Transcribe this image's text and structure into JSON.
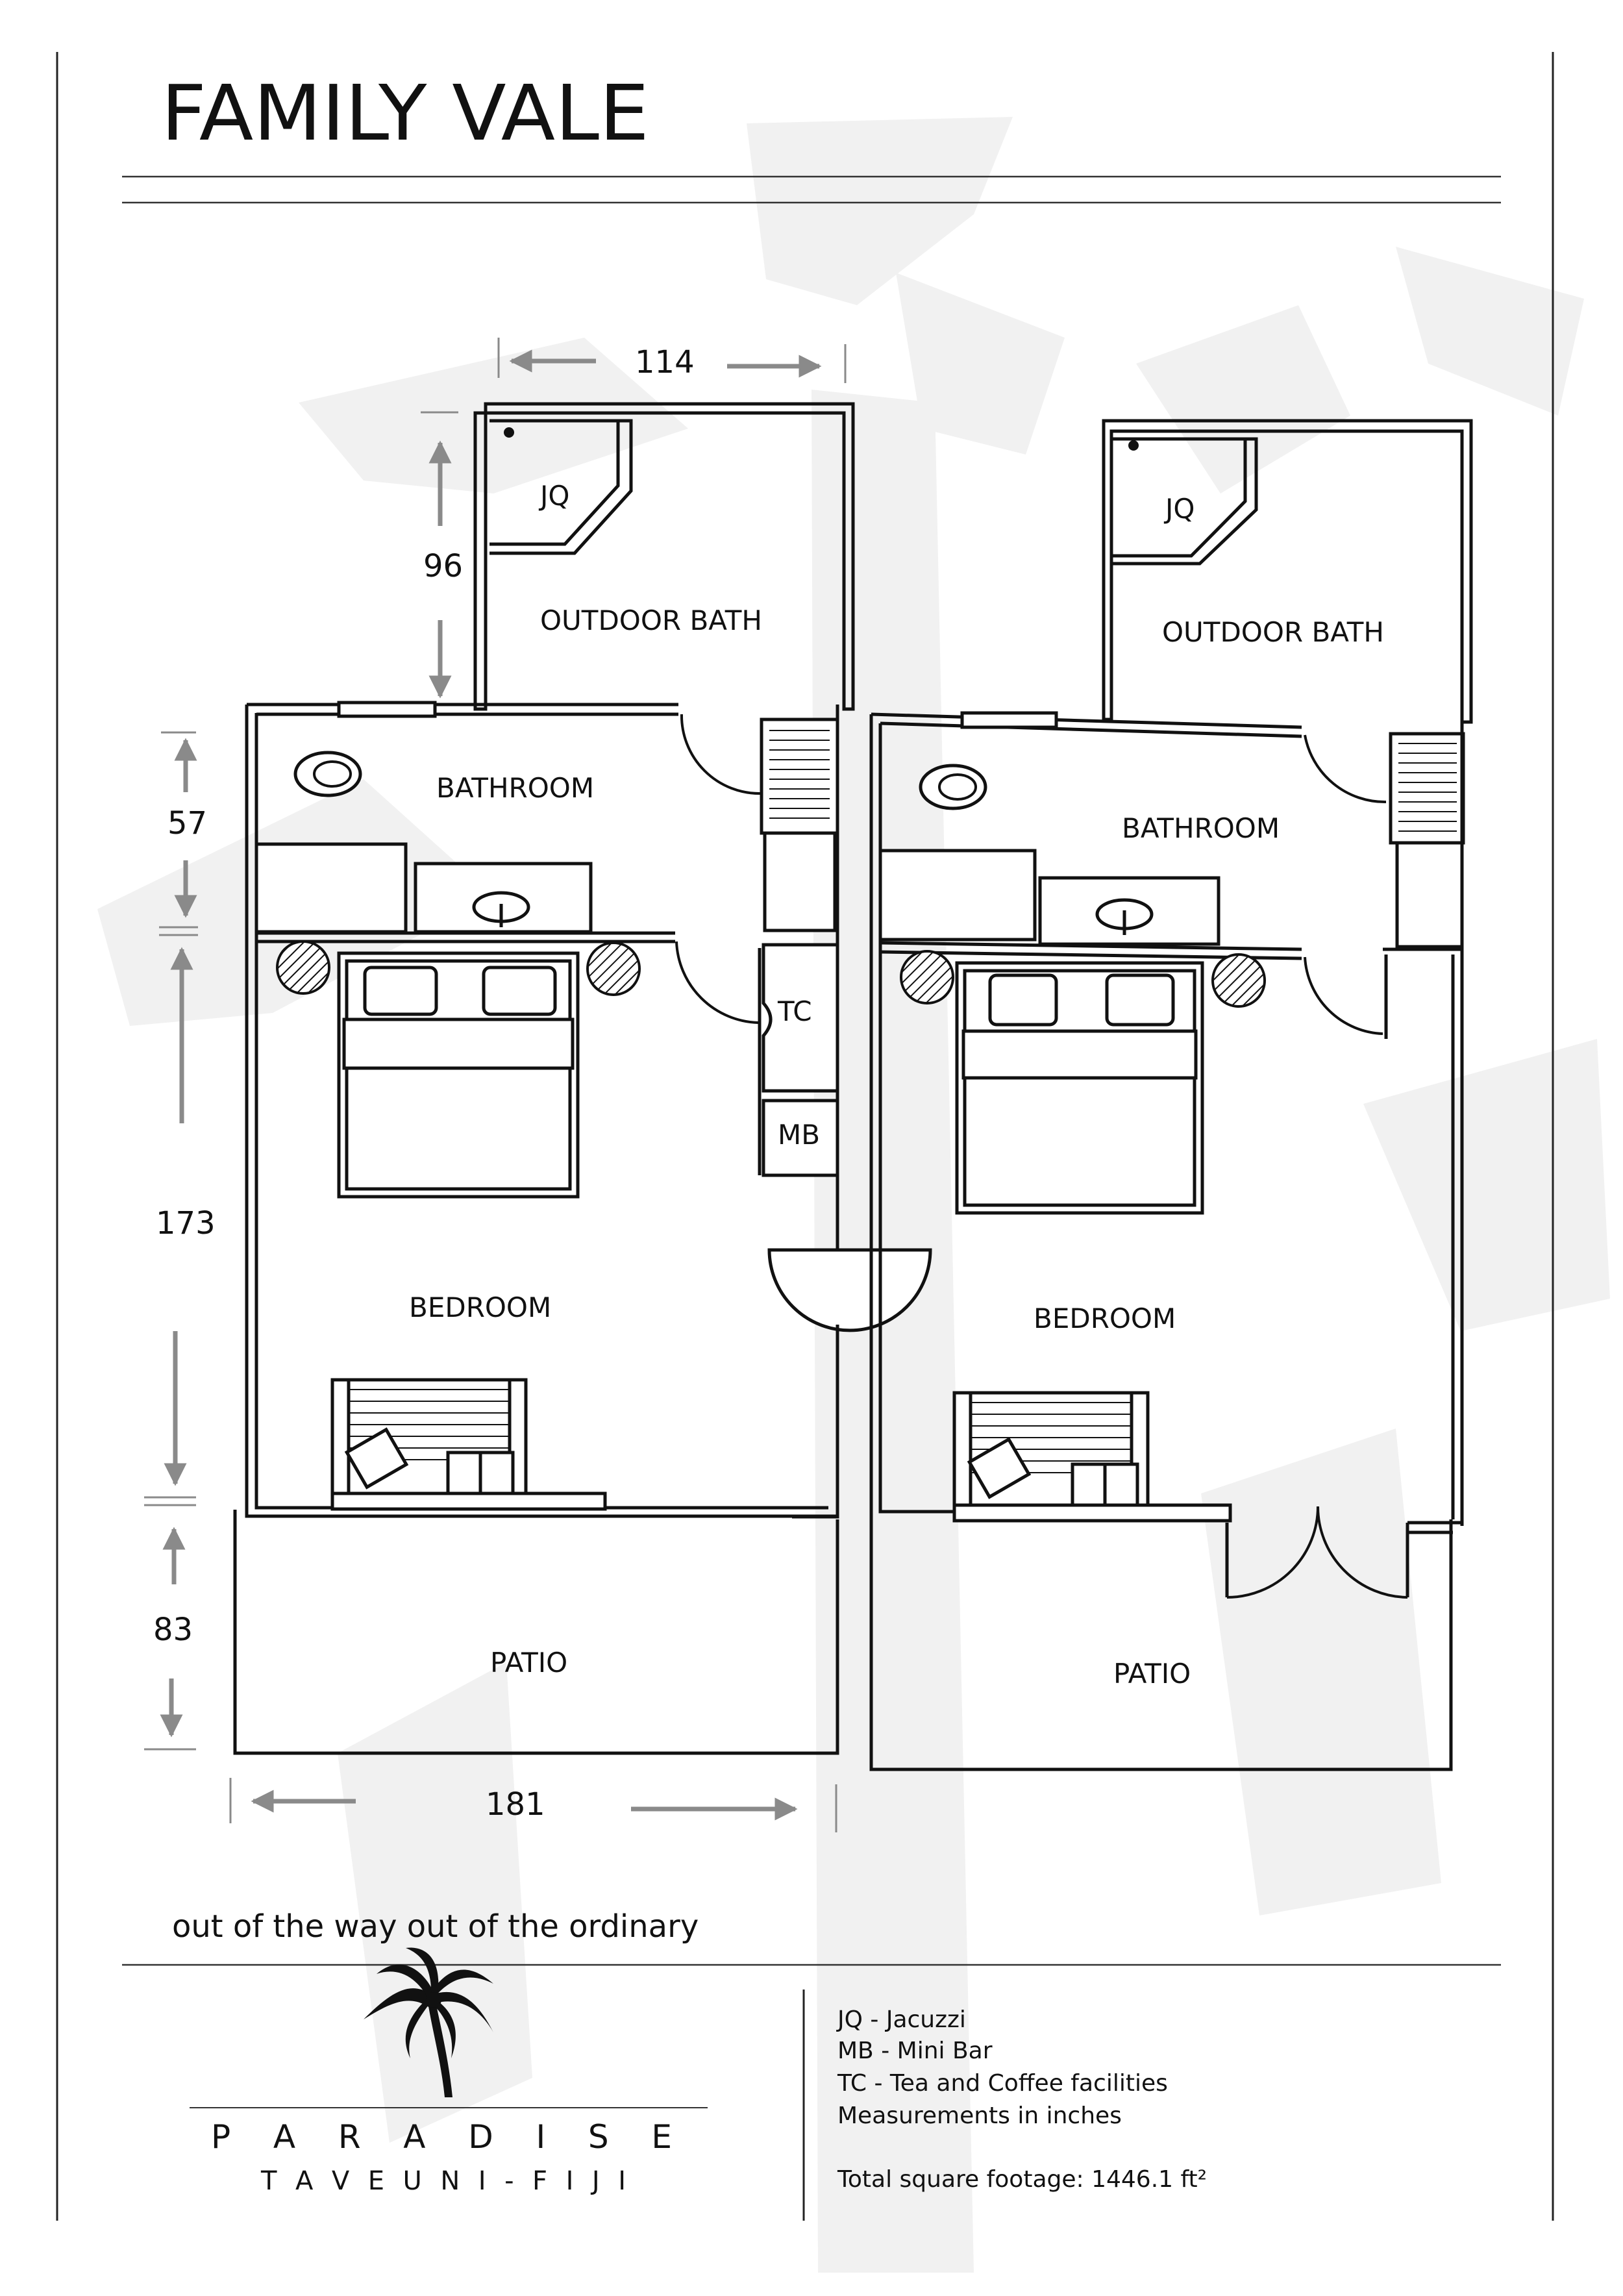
{
  "title": "FAMILY VALE",
  "tagline": "out of the way out of the ordinary",
  "rooms": {
    "left": {
      "jacuzzi": "JQ",
      "outdoor_bath": "OUTDOOR BATH",
      "bathroom": "BATHROOM",
      "bedroom": "BEDROOM",
      "patio": "PATIO",
      "tea_coffee": "TC",
      "mini_bar": "MB"
    },
    "right": {
      "jacuzzi": "JQ",
      "outdoor_bath": "OUTDOOR BATH",
      "bathroom": "BATHROOM",
      "bedroom": "BEDROOM",
      "patio": "PATIO"
    }
  },
  "dimensions": {
    "top_width": "114",
    "outdoor_bath_depth": "96",
    "bathroom_depth": "57",
    "bedroom_depth": "173",
    "patio_depth": "83",
    "total_width": "181"
  },
  "legend": {
    "items": [
      "JQ - Jacuzzi",
      "MB - Mini Bar",
      "TC - Tea and Coffee facilities",
      "Measurements in inches"
    ],
    "total": "Total square footage: 1446.1 ft²"
  },
  "logo": {
    "name": "P A R A D I S E",
    "location": "T A V E U N I  -  F I J I"
  },
  "colors": {
    "line": "#111111",
    "dimension": "#8a8a8a",
    "watermark": "#f1f1f1"
  }
}
